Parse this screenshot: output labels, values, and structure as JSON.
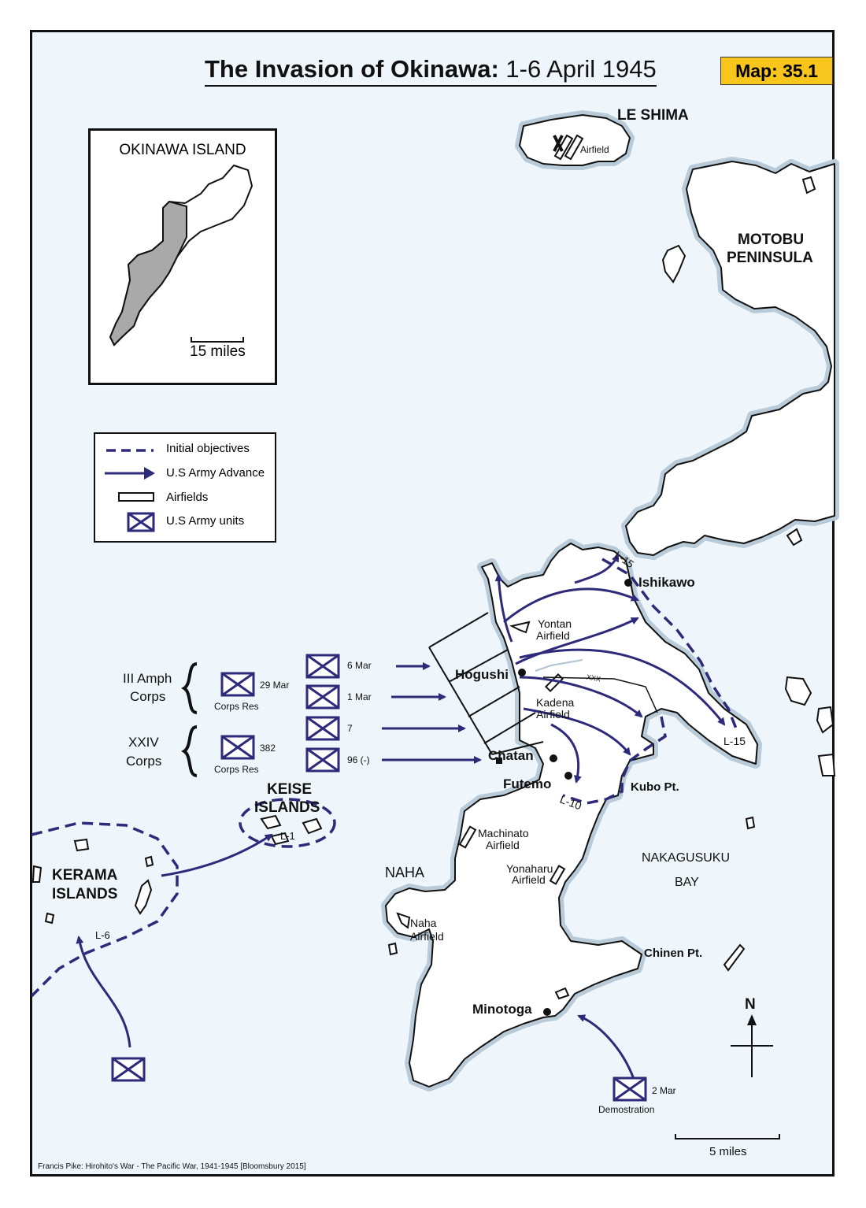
{
  "title": {
    "bold": "The Invasion of Okinawa:",
    "rest": " 1-6 April 1945"
  },
  "map_number": "Map: 35.1",
  "inset": {
    "title": "OKINAWA ISLAND",
    "scale": "15 miles"
  },
  "legend": {
    "initial_objectives": "Initial objectives",
    "army_advance": "U.S Army Advance",
    "airfields": "Airfields",
    "army_units": "U.S Army units"
  },
  "regions": {
    "le_shima": "LE SHIMA",
    "motobu_1": "MOTOBU",
    "motobu_2": "PENINSULA",
    "keise_1": "KEISE",
    "keise_2": "ISLANDS",
    "kerama_1": "KERAMA",
    "kerama_2": "ISLANDS",
    "nakagusuku_1": "NAKAGUSUKU",
    "nakagusuku_2": "BAY",
    "naha": "NAHA"
  },
  "places": {
    "ishikawo": "Ishikawo",
    "hogushi": "Hogushi",
    "chatan": "Chatan",
    "futemo": "Futemo",
    "kubo": "Kubo Pt.",
    "chinen": "Chinen Pt.",
    "minotoga": "Minotoga"
  },
  "airfields": {
    "le_shima_1": "Airfield",
    "yontan_1": "Yontan",
    "yontan_2": "Airfield",
    "kadena_1": "Kadena",
    "kadena_2": "Airfield",
    "machinato_1": "Machinato",
    "machinato_2": "Airfield",
    "yonaharu_1": "Yonaharu",
    "yonaharu_2": "Airfield",
    "naha_1": "Naha",
    "naha_2": "Airfield"
  },
  "lines": {
    "l15_n": "L-15",
    "l15_e": "L-15",
    "l10": "L-10",
    "l1": "L-1",
    "l6": "L-6",
    "xxx": "XXX"
  },
  "corps": {
    "amph_1": "III Amph",
    "amph_2": "Corps",
    "xxiv_1": "XXIV",
    "xxiv_2": "Corps"
  },
  "units": {
    "u6mar": "6 Mar",
    "u1mar": "1 Mar",
    "u7": "7",
    "u96": "96 (-)",
    "u29mar": "29 Mar",
    "u29res": "Corps Res",
    "u382": "382",
    "u382res": "Corps Res",
    "u2mar": "2 Mar",
    "u2mar_sub": "Demostration"
  },
  "compass": "N",
  "scale": "5 miles",
  "credit": "Francis Pike:  Hirohito's War - The Pacific War, 1941-1945   [Bloomsbury 2015]",
  "colors": {
    "advance": "#2e2a7a",
    "yellow": "#f7c51b",
    "sea": "#eef6fb",
    "coast": "#b9cbd8",
    "inset_gray": "#a9a9a9"
  }
}
